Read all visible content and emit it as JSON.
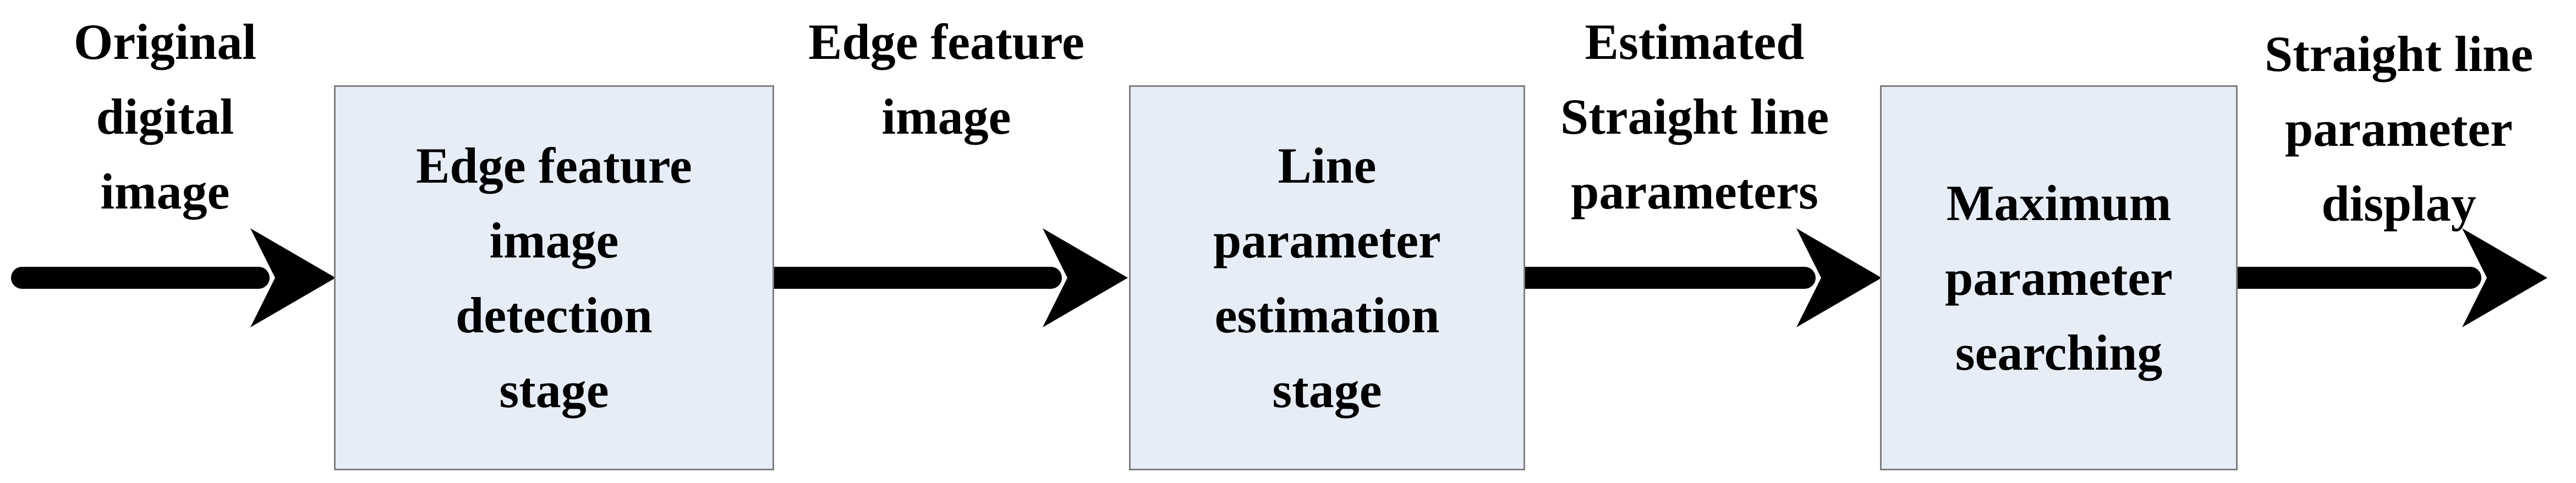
{
  "inputs": {
    "original_image": [
      "Original",
      "digital",
      "image"
    ]
  },
  "stages": [
    {
      "id": "edge-detection",
      "lines": [
        "Edge feature",
        "image",
        "detection",
        "stage"
      ]
    },
    {
      "id": "line-estimation",
      "lines": [
        "Line",
        "parameter",
        "estimation",
        "stage"
      ]
    },
    {
      "id": "max-search",
      "lines": [
        "Maximum",
        "parameter",
        "searching"
      ]
    }
  ],
  "flows": [
    {
      "id": "edge-feature-image",
      "lines": [
        "Edge feature",
        "image"
      ]
    },
    {
      "id": "estimated-parameters",
      "lines": [
        "Estimated",
        "Straight line",
        "parameters"
      ]
    },
    {
      "id": "output-display",
      "lines": [
        "Straight line",
        "parameter",
        "display"
      ]
    }
  ],
  "colors": {
    "box_fill": "#e7edf7",
    "box_border": "#7f7f7f",
    "arrow": "#000000",
    "text": "#000000"
  }
}
